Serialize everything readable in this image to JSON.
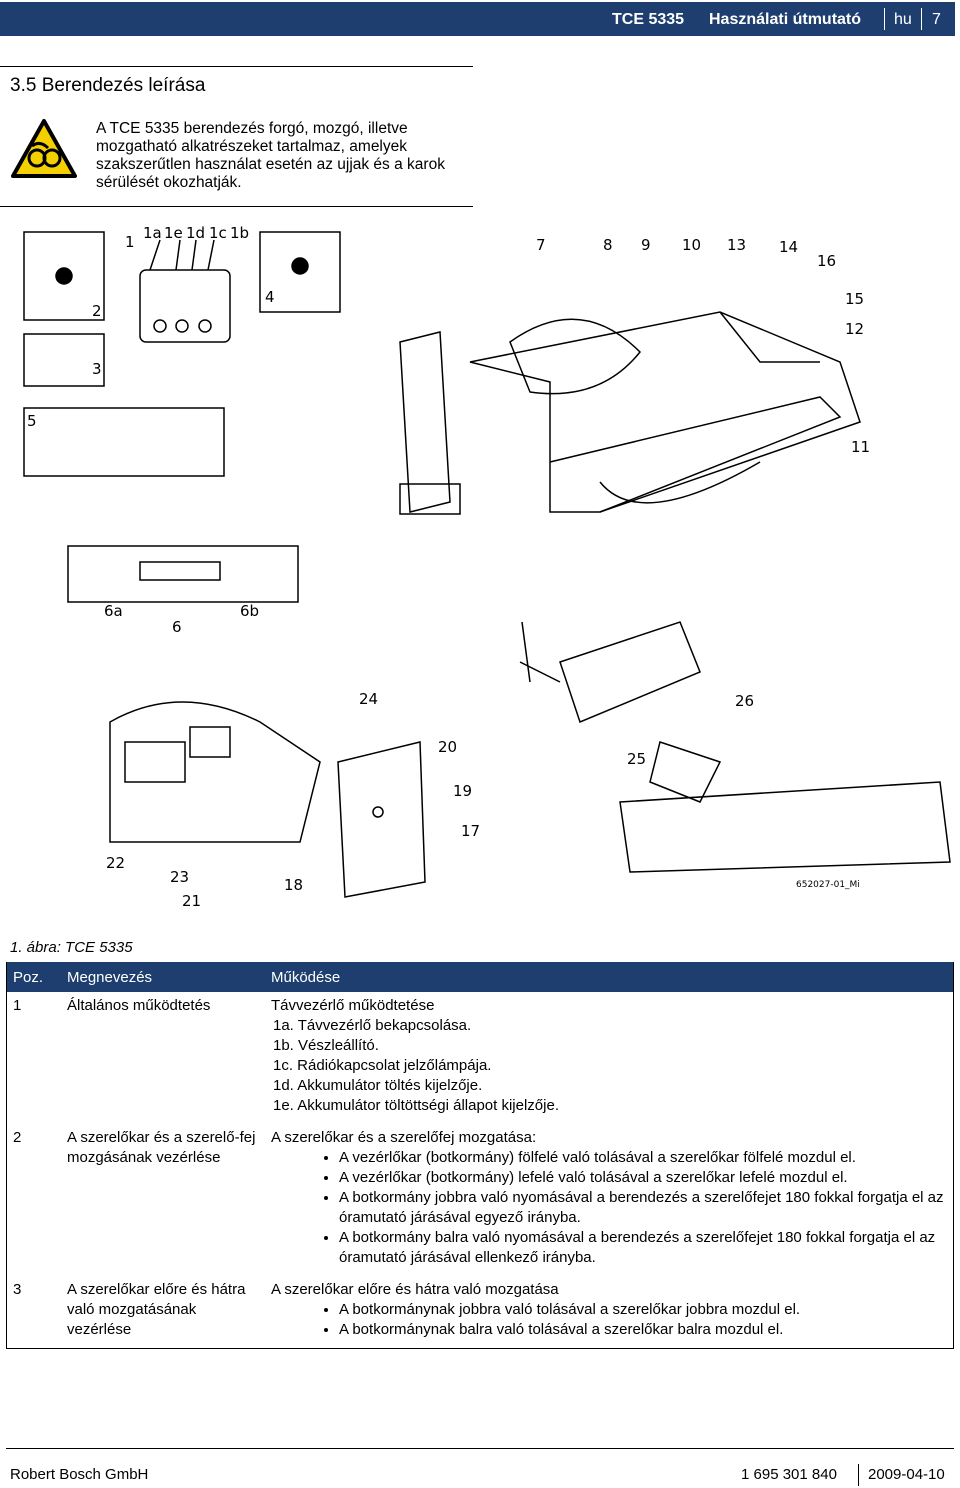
{
  "header": {
    "model": "TCE 5335",
    "title": "Használati útmutató",
    "lang": "hu",
    "page": "7"
  },
  "section_title": "3.5 Berendezés leírása",
  "warning_text": "A TCE 5335 berendezés forgó, mozgó, illetve mozgatható alkatrészeket tartalmaz, amelyek szakszerűtlen használat esetén az ujjak és a karok sérülését okozhatják.",
  "figure": {
    "labels_top": [
      "1",
      "1a",
      "1e",
      "1d",
      "1c",
      "1b",
      "2",
      "3",
      "4",
      "5",
      "6",
      "6a",
      "6b",
      "7",
      "8",
      "9",
      "10",
      "13",
      "14",
      "16",
      "15",
      "12",
      "11"
    ],
    "labels_bottom": [
      "24",
      "20",
      "19",
      "17",
      "18",
      "21",
      "22",
      "23",
      "25",
      "26"
    ],
    "drawing_code": "652027-01_Mi"
  },
  "caption": "1. ábra: TCE 5335",
  "table": {
    "headers": [
      "Poz.",
      "Megnevezés",
      "Működése"
    ],
    "rows": [
      {
        "pos": "1",
        "name": "Általános működtetés",
        "func_title": "Távvezérlő működtetése",
        "lines": [
          "1a. Távvezérlő bekapcsolása.",
          "1b. Vészleállító.",
          "1c. Rádiókapcsolat jelzőlámpája.",
          "1d. Akkumulátor töltés kijelzője.",
          "1e. Akkumulátor töltöttségi állapot kijelzője."
        ],
        "bullets": []
      },
      {
        "pos": "2",
        "name": "A szerelőkar és a szerelő-fej mozgásának vezérlése",
        "func_title": "A szerelőkar és a szerelőfej mozgatása:",
        "lines": [],
        "bullets": [
          "A vezérlőkar (botkormány) fölfelé való tolásával a szerelőkar fölfelé mozdul el.",
          "A vezérlőkar (botkormány) lefelé való tolásával a szerelőkar lefelé mozdul el.",
          "A botkormány jobbra való nyomásával a berendezés a szerelőfejet 180 fokkal forgatja el az óramutató járásával egyező irányba.",
          "A botkormány balra való nyomásával a berendezés a szerelőfejet 180 fokkal forgatja el az óramutató járásával ellenkező irányba."
        ]
      },
      {
        "pos": "3",
        "name": "A szerelőkar előre és hátra való mozgatásának vezérlése",
        "func_title": "A szerelőkar előre és hátra való mozgatása",
        "lines": [],
        "bullets": [
          "A botkormánynak jobbra való tolásával a szerelőkar jobbra mozdul el.",
          "A botkormánynak balra való tolásával a szerelőkar balra mozdul el."
        ]
      }
    ]
  },
  "footer": {
    "company": "Robert Bosch GmbH",
    "doc_number": "1 695 301 840",
    "date": "2009-04-10"
  },
  "colors": {
    "header_bg": "#1d3e6e",
    "warning_yellow": "#f5d000"
  }
}
